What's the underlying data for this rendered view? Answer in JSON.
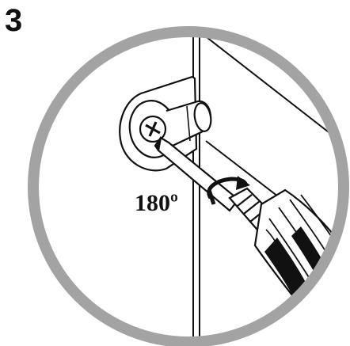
{
  "step": {
    "number": "3"
  },
  "illustration": {
    "rotation_label": "180º",
    "icons": {
      "frame": "circle-frame",
      "cam_lock": "cam-lock-fitting",
      "screwdriver": "phillips-screwdriver",
      "arrow": "rotation-arrow-icon"
    },
    "colors": {
      "frame": "#a3a3a3",
      "line": "#111111",
      "fill": "#ffffff",
      "shade": "#cfcfcf"
    }
  }
}
